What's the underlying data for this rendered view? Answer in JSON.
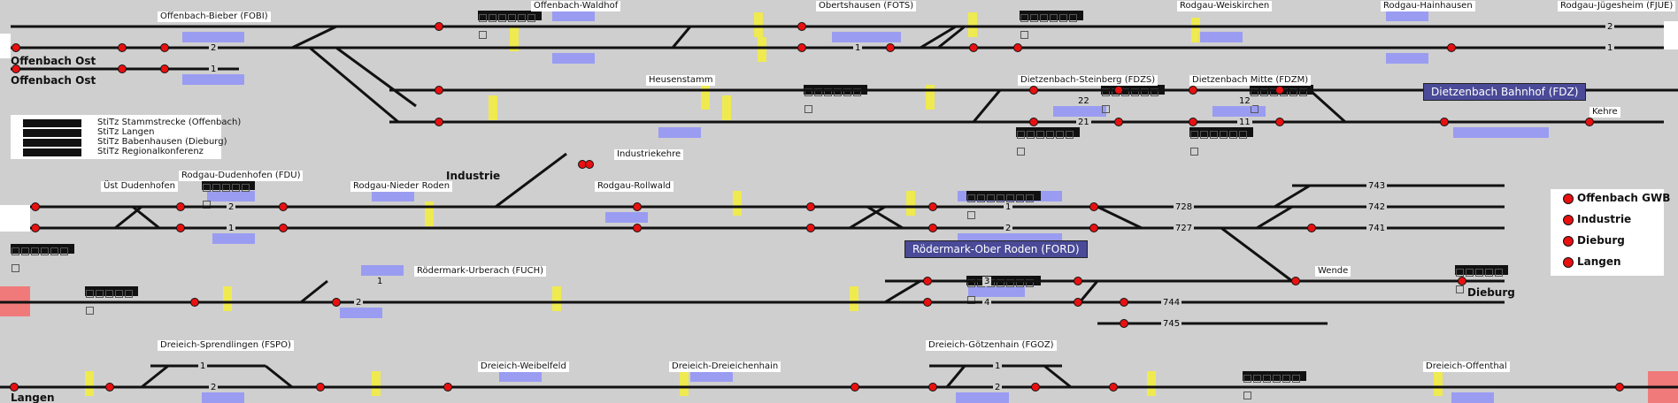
{
  "stations": {
    "offenbach_bieber": "Offenbach-Bieber (FOBI)",
    "offenbach_waldhof": "Offenbach-Waldhof",
    "obertshausen": "Obertshausen (FOTS)",
    "rodgau_weiskirchen": "Rodgau-Weiskirchen",
    "rodgau_hainhausen": "Rodgau-Hainhausen",
    "rodgau_juegesheim": "Rodgau-Jügesheim (FJUE)",
    "heusenstamm": "Heusenstamm",
    "dietzenbach_steinberg": "Dietzenbach-Steinberg (FDZS)",
    "dietzenbach_mitte": "Dietzenbach Mitte (FDZM)",
    "kehre": "Kehre",
    "industriekehre": "Industriekehre",
    "uest_dudenhofen": "Üst Dudenhofen",
    "rodgau_dudenhofen": "Rodgau-Dudenhofen (FDU)",
    "rodgau_nieder_roden": "Rodgau-Nieder Roden",
    "rodgau_rollwald": "Rodgau-Rollwald",
    "roedermark_urberach": "Rödermark-Urberach (FUCH)",
    "wende": "Wende",
    "dreieich_sprendlingen": "Dreieich-Sprendlingen (FSPO)",
    "dreieich_weibelfeld": "Dreieich-Weibelfeld",
    "dreieich_dreieichenhain": "Dreieich-Dreieichenhain",
    "dreieich_goetzenhain": "Dreieich-Götzenhain (FGOZ)",
    "dreieich_offenthal": "Dreieich-Offenthal"
  },
  "big_labels": {
    "offenbach_ost_1": "Offenbach Ost",
    "offenbach_ost_2": "Offenbach Ost",
    "industrie": "Industrie",
    "dieburg": "Dieburg",
    "langen": "Langen"
  },
  "headers": {
    "dietzenbach_bahnhof": "Dietzenbach Bahnhof (FDZ)",
    "roedermark_ober_roden": "Rödermark-Ober Roden (FORD)"
  },
  "tracks": {
    "fobi_2": "2",
    "fobi_1": "1",
    "fots_1": "1",
    "fjue_2": "2",
    "fjue_1": "1",
    "fdzs_22": "22",
    "fdzs_21": "21",
    "fdzm_12": "12",
    "fdzm_11": "11",
    "fdu_2": "2",
    "fdu_1": "1",
    "ford_1": "1",
    "ford_2": "2",
    "t728": "728",
    "t727": "727",
    "t743": "743",
    "t742": "742",
    "t741": "741",
    "fuch_1": "1",
    "fuch_2": "2",
    "ford_3": "3",
    "ford_4": "4",
    "t744": "744",
    "t745": "745",
    "fspo_1": "1",
    "fspo_2": "2",
    "fgoz_1": "1",
    "fgoz_2": "2"
  },
  "legend": {
    "items": [
      "StiTz Stammstrecke (Offenbach)",
      "StiTz Langen",
      "StiTz Babenhausen (Dieburg)",
      "StiTz Regionalkonferenz"
    ]
  },
  "key": {
    "items": [
      "Offenbach GWB",
      "Industrie",
      "Dieburg",
      "Langen"
    ]
  },
  "colors": {
    "background": "#cfcfcf",
    "track": "#111111",
    "platform": "#9a9cf2",
    "signal_red": "#e81010",
    "marker_yellow": "#f4ee3a",
    "header_bg": "#4a4a98",
    "edge_red": "#f07a7a"
  }
}
